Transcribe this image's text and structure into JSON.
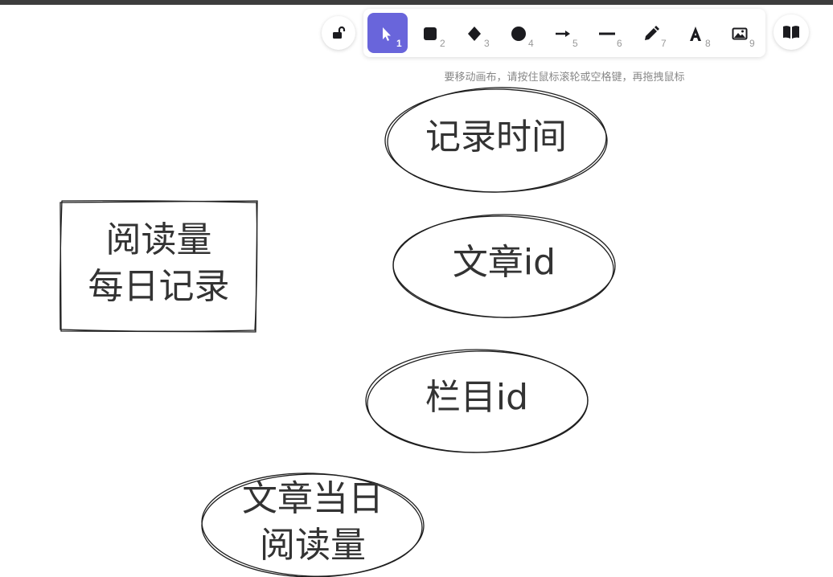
{
  "toolbar": {
    "lock_icon": "unlock-icon",
    "library_icon": "book-open-icon",
    "accent_color": "#6965db",
    "tools": [
      {
        "name": "selection",
        "icon": "pointer-icon",
        "key": "1",
        "active": true
      },
      {
        "name": "rectangle",
        "icon": "square-icon",
        "key": "2",
        "active": false
      },
      {
        "name": "diamond",
        "icon": "diamond-icon",
        "key": "3",
        "active": false
      },
      {
        "name": "ellipse",
        "icon": "circle-icon",
        "key": "4",
        "active": false
      },
      {
        "name": "arrow",
        "icon": "arrow-right-icon",
        "key": "5",
        "active": false
      },
      {
        "name": "line",
        "icon": "line-icon",
        "key": "6",
        "active": false
      },
      {
        "name": "draw",
        "icon": "pencil-icon",
        "key": "7",
        "active": false
      },
      {
        "name": "text",
        "icon": "text-icon",
        "key": "8",
        "active": false
      },
      {
        "name": "image",
        "icon": "image-icon",
        "key": "9",
        "active": false
      }
    ]
  },
  "hint": "要移动画布，请按住鼠标滚轮或空格键，再拖拽鼠标",
  "canvas": {
    "stroke_color": "#1e1e1e",
    "text_color": "#333333",
    "elements": [
      {
        "id": "rect-read-count",
        "kind": "rectangle",
        "lines": [
          "阅读量",
          "每日记录"
        ]
      },
      {
        "id": "ellipse-record-time",
        "kind": "ellipse",
        "lines": [
          "记录时间"
        ]
      },
      {
        "id": "ellipse-article-id",
        "kind": "ellipse",
        "lines": [
          "文章id"
        ]
      },
      {
        "id": "ellipse-column-id",
        "kind": "ellipse",
        "lines": [
          "栏目id"
        ]
      },
      {
        "id": "ellipse-article-daily",
        "kind": "ellipse",
        "lines": [
          "文章当日",
          "阅读量"
        ]
      }
    ]
  }
}
